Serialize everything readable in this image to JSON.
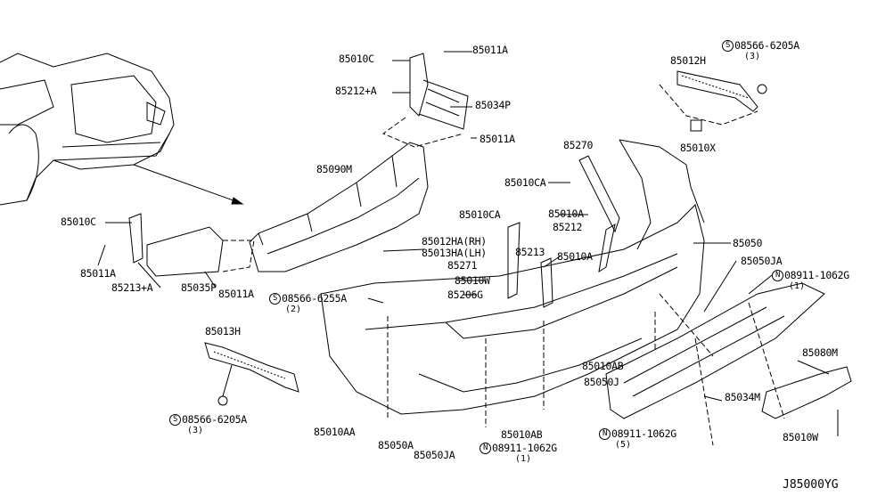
{
  "diagram_code": "J85000YG",
  "labels": [
    {
      "text": "85010C"
    },
    {
      "text": "85011A"
    },
    {
      "text": "85212+A"
    },
    {
      "text": "85034P"
    },
    {
      "text": "85011A"
    },
    {
      "text": "85090M"
    },
    {
      "text": "85270"
    },
    {
      "text": "85010CA"
    },
    {
      "text": "85012H"
    },
    {
      "prefix": "S",
      "text": "08566-6205A",
      "qty": "(3)"
    },
    {
      "text": "85010X"
    },
    {
      "text": "85010C"
    },
    {
      "text": "85011A"
    },
    {
      "text": "85213+A"
    },
    {
      "text": "85035P"
    },
    {
      "text": "85011A"
    },
    {
      "text": "85010CA"
    },
    {
      "text": "85010A"
    },
    {
      "text": "85212"
    },
    {
      "text": "85012HA(RH)"
    },
    {
      "text": "85013HA(LH)"
    },
    {
      "text": "85213"
    },
    {
      "text": "85271"
    },
    {
      "text": "85010A"
    },
    {
      "text": "85010W"
    },
    {
      "text": "85206G"
    },
    {
      "prefix": "S",
      "text": "08566-6255A",
      "qty": "(2)"
    },
    {
      "text": "85050"
    },
    {
      "text": "85050JA"
    },
    {
      "prefix": "N",
      "text": "08911-1062G",
      "qty": "(1)"
    },
    {
      "text": "85013H"
    },
    {
      "text": "85010AB"
    },
    {
      "text": "85050J"
    },
    {
      "text": "85080M"
    },
    {
      "text": "85034M"
    },
    {
      "prefix": "S",
      "text": "08566-6205A",
      "qty": "(3)"
    },
    {
      "text": "85010AA"
    },
    {
      "text": "85050A"
    },
    {
      "text": "85010AB"
    },
    {
      "prefix": "N",
      "text": "08911-1062G",
      "qty": "(5)"
    },
    {
      "text": "85050JA"
    },
    {
      "prefix": "N",
      "text": "08911-1062G",
      "qty": "(1)"
    },
    {
      "text": "85010W"
    }
  ]
}
